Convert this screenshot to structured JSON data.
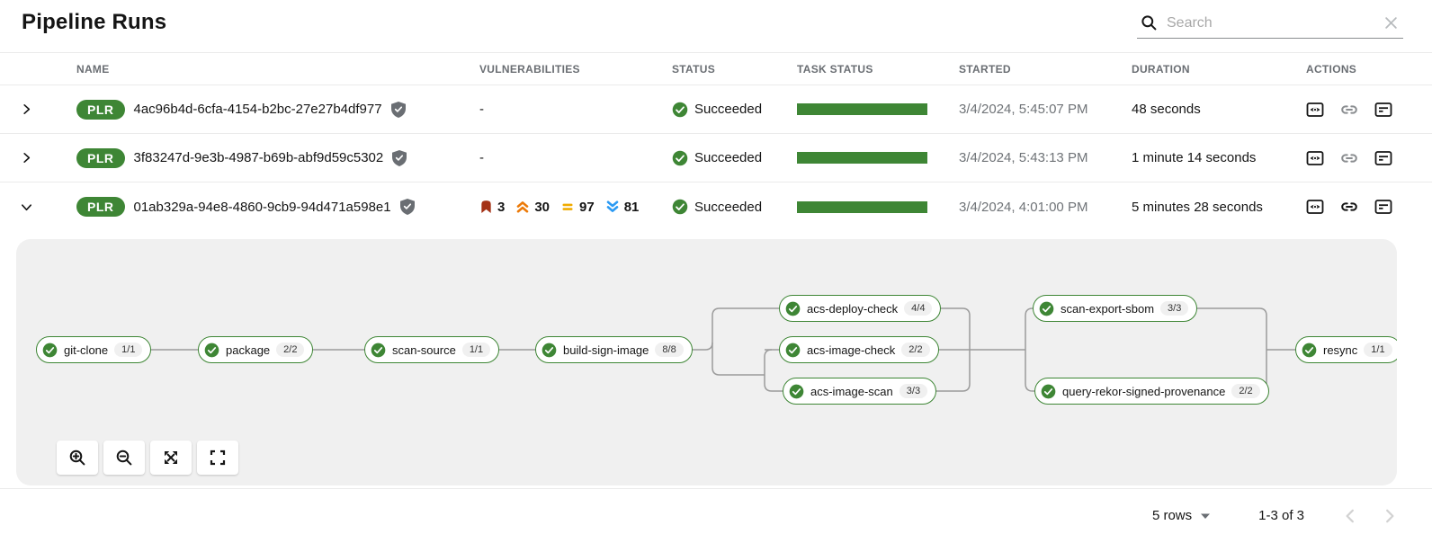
{
  "header": {
    "title": "Pipeline Runs"
  },
  "search": {
    "placeholder": "Search"
  },
  "table": {
    "columns": {
      "name": "NAME",
      "vulnerabilities": "VULNERABILITIES",
      "status": "STATUS",
      "task_status": "TASK STATUS",
      "started": "STARTED",
      "duration": "DURATION",
      "actions": "ACTIONS"
    },
    "rows": [
      {
        "badge": "PLR",
        "name": "4ac96b4d-6cfa-4154-b2bc-27e27b4df977",
        "vulnerabilities": "-",
        "status": "Succeeded",
        "started": "3/4/2024, 5:45:07 PM",
        "duration": "48 seconds"
      },
      {
        "badge": "PLR",
        "name": "3f83247d-9e3b-4987-b69b-abf9d59c5302",
        "vulnerabilities": "-",
        "status": "Succeeded",
        "started": "3/4/2024, 5:43:13 PM",
        "duration": "1 minute 14 seconds"
      },
      {
        "badge": "PLR",
        "name": "01ab329a-94e8-4860-9cb9-94d471a598e1",
        "vulnerabilities": {
          "critical": "3",
          "high": "30",
          "medium": "97",
          "low": "81"
        },
        "status": "Succeeded",
        "started": "3/4/2024, 4:01:00 PM",
        "duration": "5 minutes 28 seconds"
      }
    ]
  },
  "pipeline": {
    "tasks": [
      {
        "label": "git-clone",
        "count": "1/1"
      },
      {
        "label": "package",
        "count": "2/2"
      },
      {
        "label": "scan-source",
        "count": "1/1"
      },
      {
        "label": "build-sign-image",
        "count": "8/8"
      },
      {
        "label": "acs-deploy-check",
        "count": "4/4"
      },
      {
        "label": "acs-image-check",
        "count": "2/2"
      },
      {
        "label": "acs-image-scan",
        "count": "3/3"
      },
      {
        "label": "scan-export-sbom",
        "count": "3/3"
      },
      {
        "label": "query-rekor-signed-provenance",
        "count": "2/2"
      },
      {
        "label": "resync",
        "count": "1/1"
      }
    ]
  },
  "footer": {
    "rows_per_page": "5 rows",
    "range_label": "1-3 of 3"
  },
  "colors": {
    "success_green": "#3E8635",
    "severity_critical": "#A43216",
    "severity_high": "#EC7A08",
    "severity_medium": "#F0AB00",
    "severity_low": "#2B9AF3"
  }
}
